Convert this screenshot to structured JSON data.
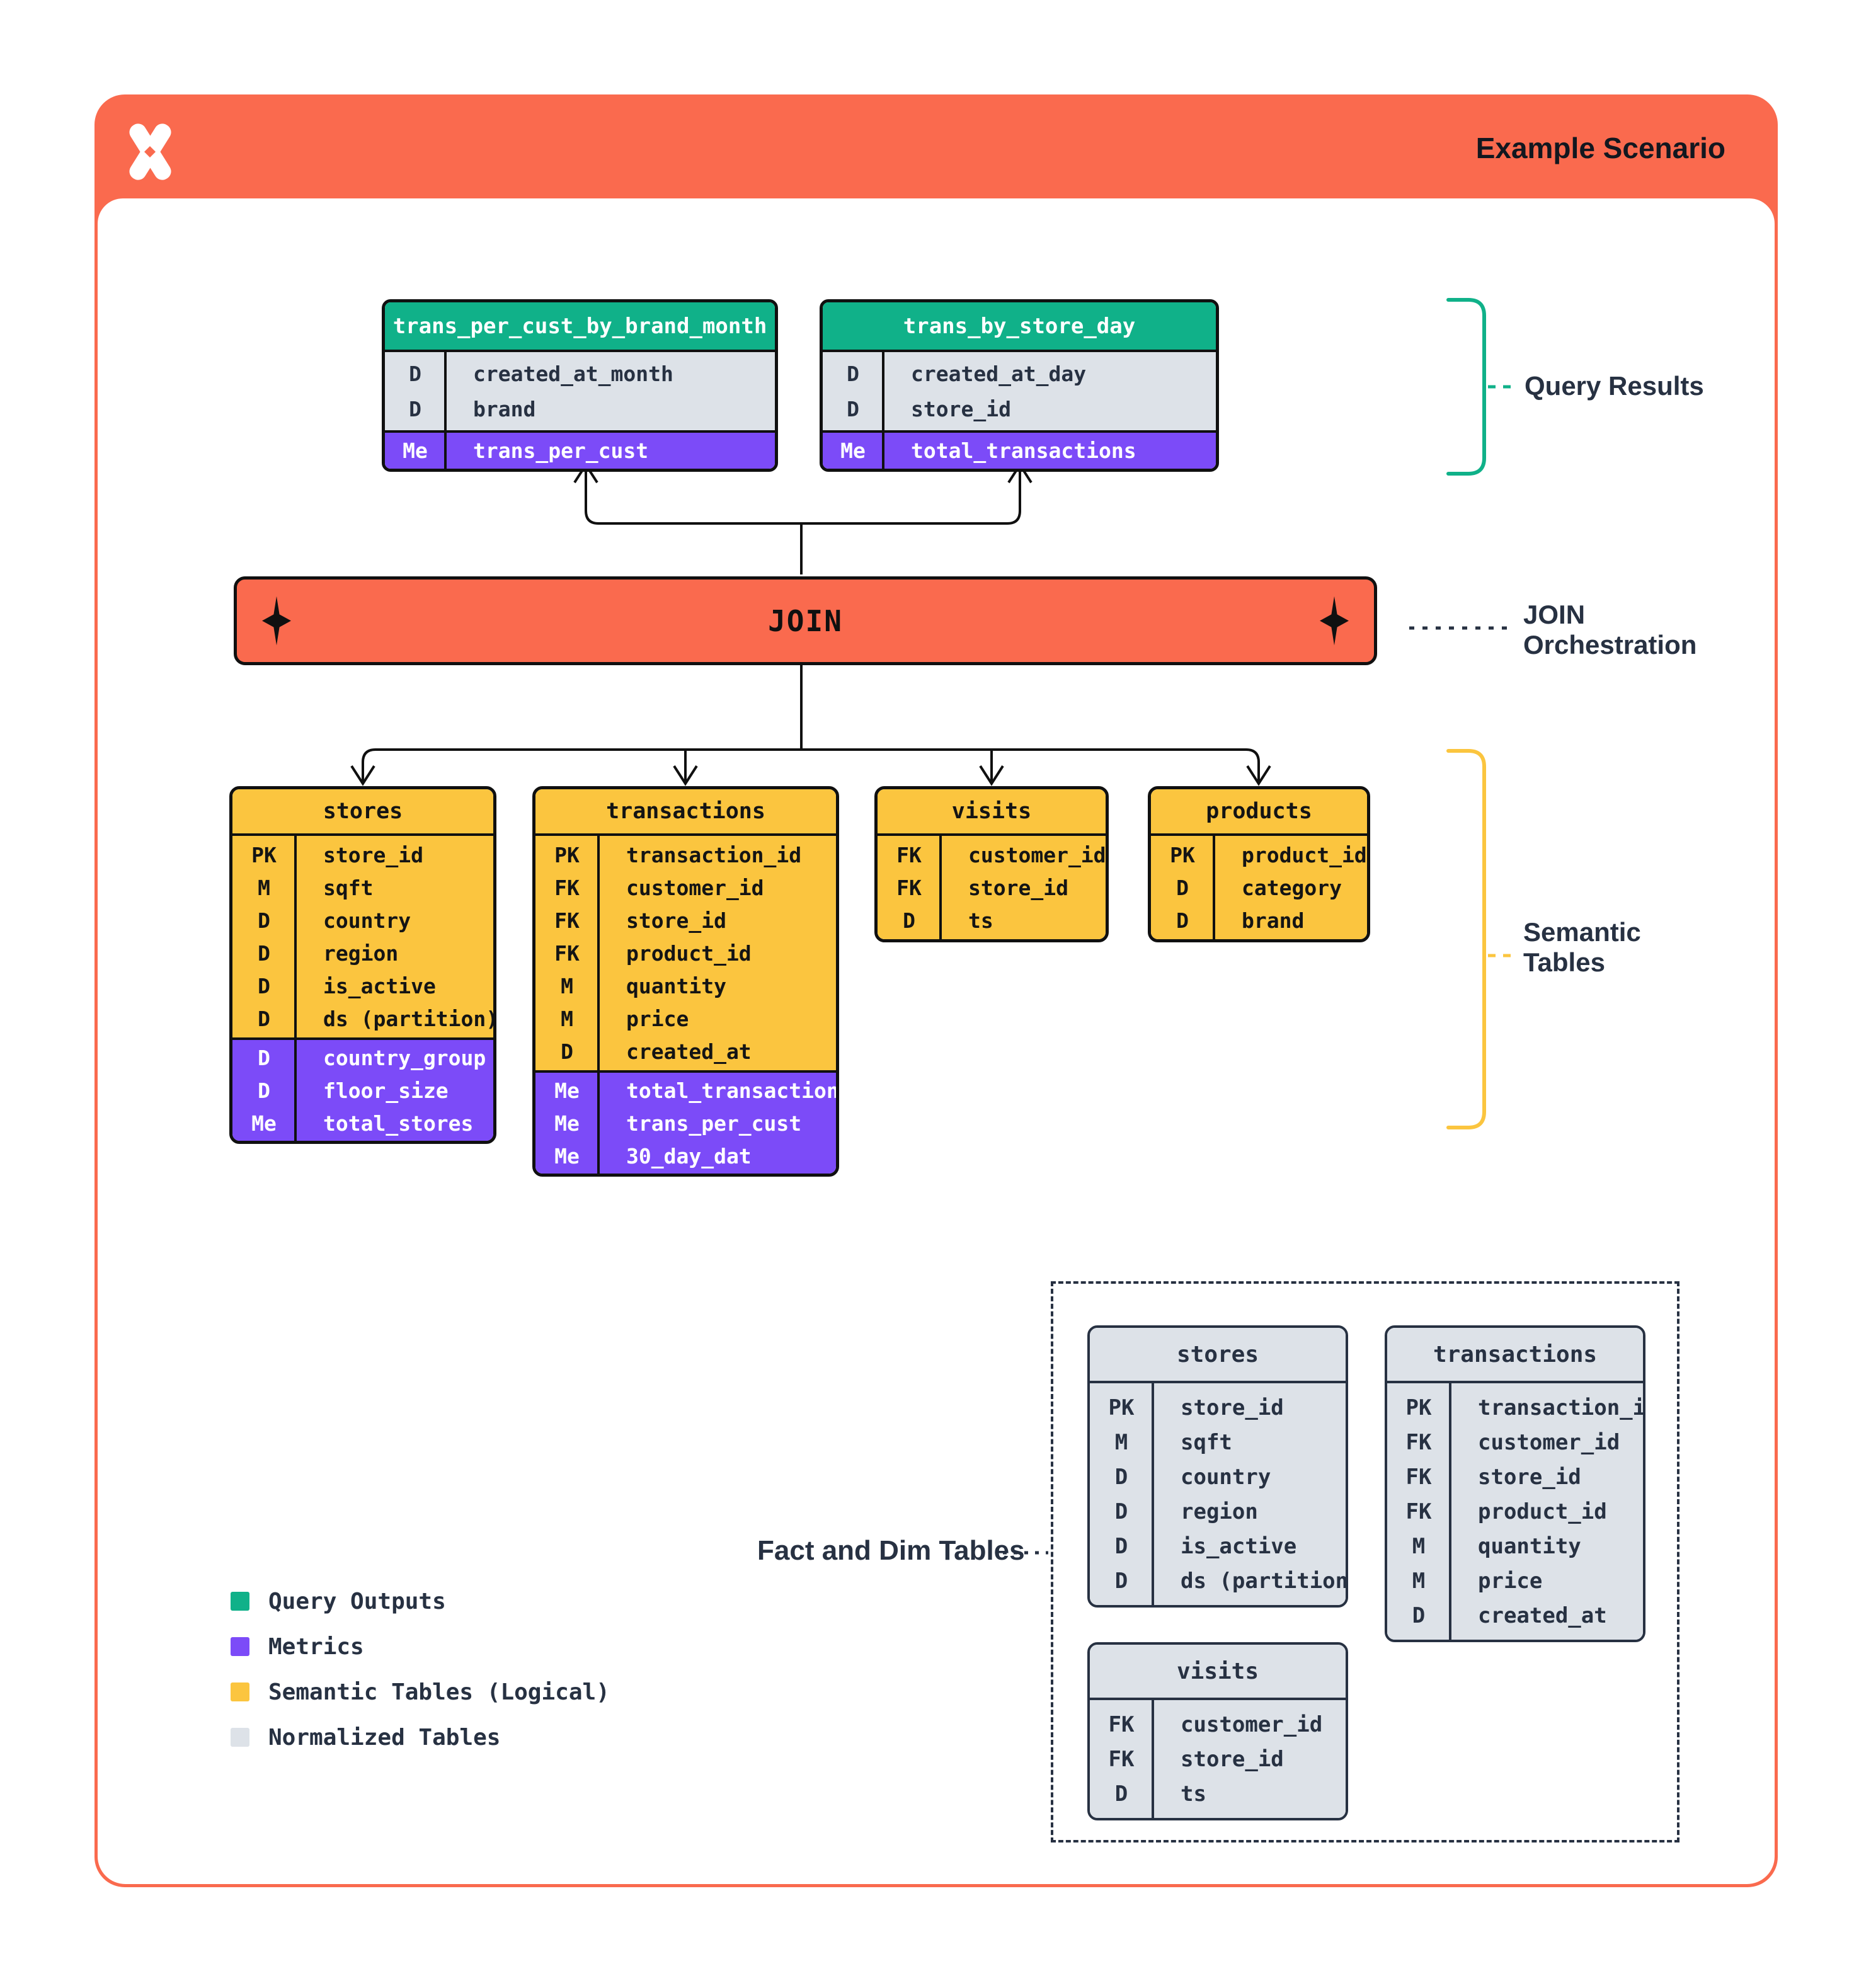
{
  "header": {
    "title": "Example Scenario",
    "logo": "dremio-x-logo"
  },
  "join": {
    "label": "JOIN"
  },
  "annotations": {
    "query_results": "Query Results",
    "join_orchestration_line1": "JOIN",
    "join_orchestration_line2": "Orchestration",
    "semantic_tables_line1": "Semantic",
    "semantic_tables_line2": "Tables",
    "fact_and_dim": "Fact and Dim Tables"
  },
  "query_result_tables": [
    {
      "name": "trans_per_cust_by_brand_month",
      "rows": [
        {
          "key": "D",
          "field": "created_at_month",
          "section": "main"
        },
        {
          "key": "D",
          "field": "brand",
          "section": "main"
        },
        {
          "key": "Me",
          "field": "trans_per_cust",
          "section": "metrics"
        }
      ]
    },
    {
      "name": "trans_by_store_day",
      "rows": [
        {
          "key": "D",
          "field": "created_at_day",
          "section": "main"
        },
        {
          "key": "D",
          "field": "store_id",
          "section": "main"
        },
        {
          "key": "Me",
          "field": "total_transactions",
          "section": "metrics"
        }
      ]
    }
  ],
  "semantic_tables": [
    {
      "name": "stores",
      "rows": [
        {
          "key": "PK",
          "field": "store_id",
          "section": "main"
        },
        {
          "key": "M",
          "field": "sqft",
          "section": "main"
        },
        {
          "key": "D",
          "field": "country",
          "section": "main"
        },
        {
          "key": "D",
          "field": "region",
          "section": "main"
        },
        {
          "key": "D",
          "field": "is_active",
          "section": "main"
        },
        {
          "key": "D",
          "field": "ds (partition)",
          "section": "main"
        },
        {
          "key": "D",
          "field": "country_group",
          "section": "metrics"
        },
        {
          "key": "D",
          "field": "floor_size",
          "section": "metrics"
        },
        {
          "key": "Me",
          "field": "total_stores",
          "section": "metrics"
        }
      ]
    },
    {
      "name": "transactions",
      "rows": [
        {
          "key": "PK",
          "field": "transaction_id",
          "section": "main"
        },
        {
          "key": "FK",
          "field": "customer_id",
          "section": "main"
        },
        {
          "key": "FK",
          "field": "store_id",
          "section": "main"
        },
        {
          "key": "FK",
          "field": "product_id",
          "section": "main"
        },
        {
          "key": "M",
          "field": "quantity",
          "section": "main"
        },
        {
          "key": "M",
          "field": "price",
          "section": "main"
        },
        {
          "key": "D",
          "field": "created_at",
          "section": "main"
        },
        {
          "key": "Me",
          "field": "total_transactions",
          "section": "metrics"
        },
        {
          "key": "Me",
          "field": "trans_per_cust",
          "section": "metrics"
        },
        {
          "key": "Me",
          "field": "30_day_dat",
          "section": "metrics"
        }
      ]
    },
    {
      "name": "visits",
      "rows": [
        {
          "key": "FK",
          "field": "customer_id",
          "section": "main"
        },
        {
          "key": "FK",
          "field": "store_id",
          "section": "main"
        },
        {
          "key": "D",
          "field": "ts",
          "section": "main"
        }
      ]
    },
    {
      "name": "products",
      "rows": [
        {
          "key": "PK",
          "field": "product_id",
          "section": "main"
        },
        {
          "key": "D",
          "field": "category",
          "section": "main"
        },
        {
          "key": "D",
          "field": "brand",
          "section": "main"
        }
      ]
    }
  ],
  "normalized_tables": [
    {
      "name": "stores",
      "rows": [
        {
          "key": "PK",
          "field": "store_id",
          "section": "main"
        },
        {
          "key": "M",
          "field": "sqft",
          "section": "main"
        },
        {
          "key": "D",
          "field": "country",
          "section": "main"
        },
        {
          "key": "D",
          "field": "region",
          "section": "main"
        },
        {
          "key": "D",
          "field": "is_active",
          "section": "main"
        },
        {
          "key": "D",
          "field": "ds (partition)",
          "section": "main"
        }
      ]
    },
    {
      "name": "transactions",
      "rows": [
        {
          "key": "PK",
          "field": "transaction_id",
          "section": "main"
        },
        {
          "key": "FK",
          "field": "customer_id",
          "section": "main"
        },
        {
          "key": "FK",
          "field": "store_id",
          "section": "main"
        },
        {
          "key": "FK",
          "field": "product_id",
          "section": "main"
        },
        {
          "key": "M",
          "field": "quantity",
          "section": "main"
        },
        {
          "key": "M",
          "field": "price",
          "section": "main"
        },
        {
          "key": "D",
          "field": "created_at",
          "section": "main"
        }
      ]
    },
    {
      "name": "visits",
      "rows": [
        {
          "key": "FK",
          "field": "customer_id",
          "section": "main"
        },
        {
          "key": "FK",
          "field": "store_id",
          "section": "main"
        },
        {
          "key": "D",
          "field": "ts",
          "section": "main"
        }
      ]
    }
  ],
  "legend": {
    "items": [
      {
        "color": "green",
        "label": "Query Outputs"
      },
      {
        "color": "purple",
        "label": "Metrics"
      },
      {
        "color": "yellow",
        "label": "Semantic Tables (Logical)"
      },
      {
        "color": "gray",
        "label": "Normalized Tables"
      }
    ]
  },
  "colors": {
    "orange": "#FA6A4E",
    "green": "#10B189",
    "purple": "#7C4BF8",
    "yellow": "#FBC53F",
    "gray": "#DDE2E8",
    "navy": "#273142",
    "black": "#101010"
  }
}
